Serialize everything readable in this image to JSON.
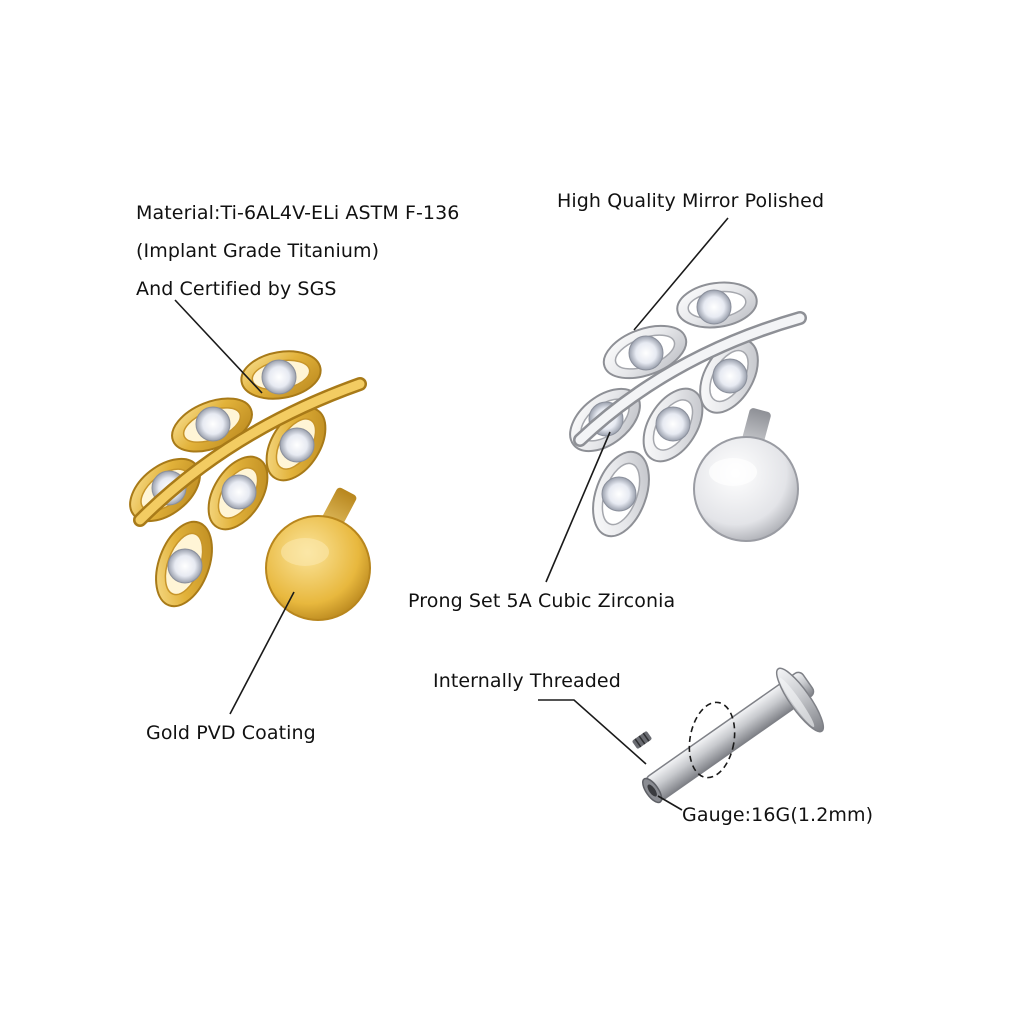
{
  "callouts": {
    "material": {
      "line1": "Material:Ti-6AL4V-ELi ASTM F-136",
      "line2": "(Implant Grade Titanium)",
      "line3": "And Certified by SGS"
    },
    "mirror": "High Quality Mirror Polished",
    "prong": "Prong Set 5A Cubic Zirconia",
    "gold_coating": "Gold PVD Coating",
    "threaded": "Internally Threaded",
    "gauge": "Gauge:16G(1.2mm)"
  },
  "colors": {
    "gold": "#e2b23a",
    "gold_dark": "#b8861d",
    "gold_light": "#f7dc86",
    "silver": "#e6e7ea",
    "silver_dark": "#9a9ca3",
    "stone": "#f4f6fb",
    "leader_line": "#1a1a1a"
  },
  "illustrations": {
    "gold_earring": "gold-leaf-earring-image",
    "silver_earring": "silver-leaf-earring-image",
    "labret_post": "internally-threaded-labret-post-image"
  }
}
